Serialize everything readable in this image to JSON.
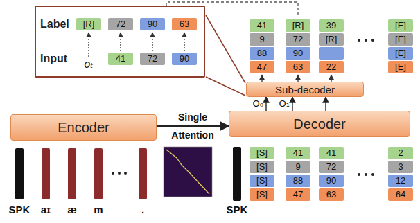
{
  "diagram": {
    "nodes": [
      {
        "text": [
          "Label",
          "Input"
        ]
      },
      {
        "text": [
          "Sub-decoder"
        ]
      },
      {
        "text": [
          "Encoder"
        ]
      },
      {
        "text": [
          "Decoder"
        ]
      }
    ],
    "edges": [
      {
        "from": 2,
        "to": 3,
        "arrow": "to",
        "label": "Single Attention"
      },
      {
        "from": 3,
        "to": 1,
        "arrow": "to",
        "label": "O₀"
      },
      {
        "from": 3,
        "to": 1,
        "arrow": "to",
        "label": "O₁"
      },
      {
        "from": 3,
        "to": 1,
        "arrow": "to"
      }
    ],
    "labels": [
      "[R]",
      "72",
      "90",
      "63",
      "oₜ",
      "41",
      "72",
      "90",
      "41",
      "9",
      "88",
      "47",
      "[R]",
      "72",
      "90",
      "63",
      "39",
      "[R]",
      "22",
      "[E]",
      "[E]",
      "[E]",
      "[E]",
      "SPK",
      "aɪ",
      "æ",
      "m",
      ".",
      "SPK",
      "[S]",
      "[S]",
      "[S]",
      "[S]",
      "41",
      "9",
      "88",
      "47",
      "41",
      "72",
      "90",
      "63",
      "2",
      "3",
      "12",
      "64"
    ]
  }
}
